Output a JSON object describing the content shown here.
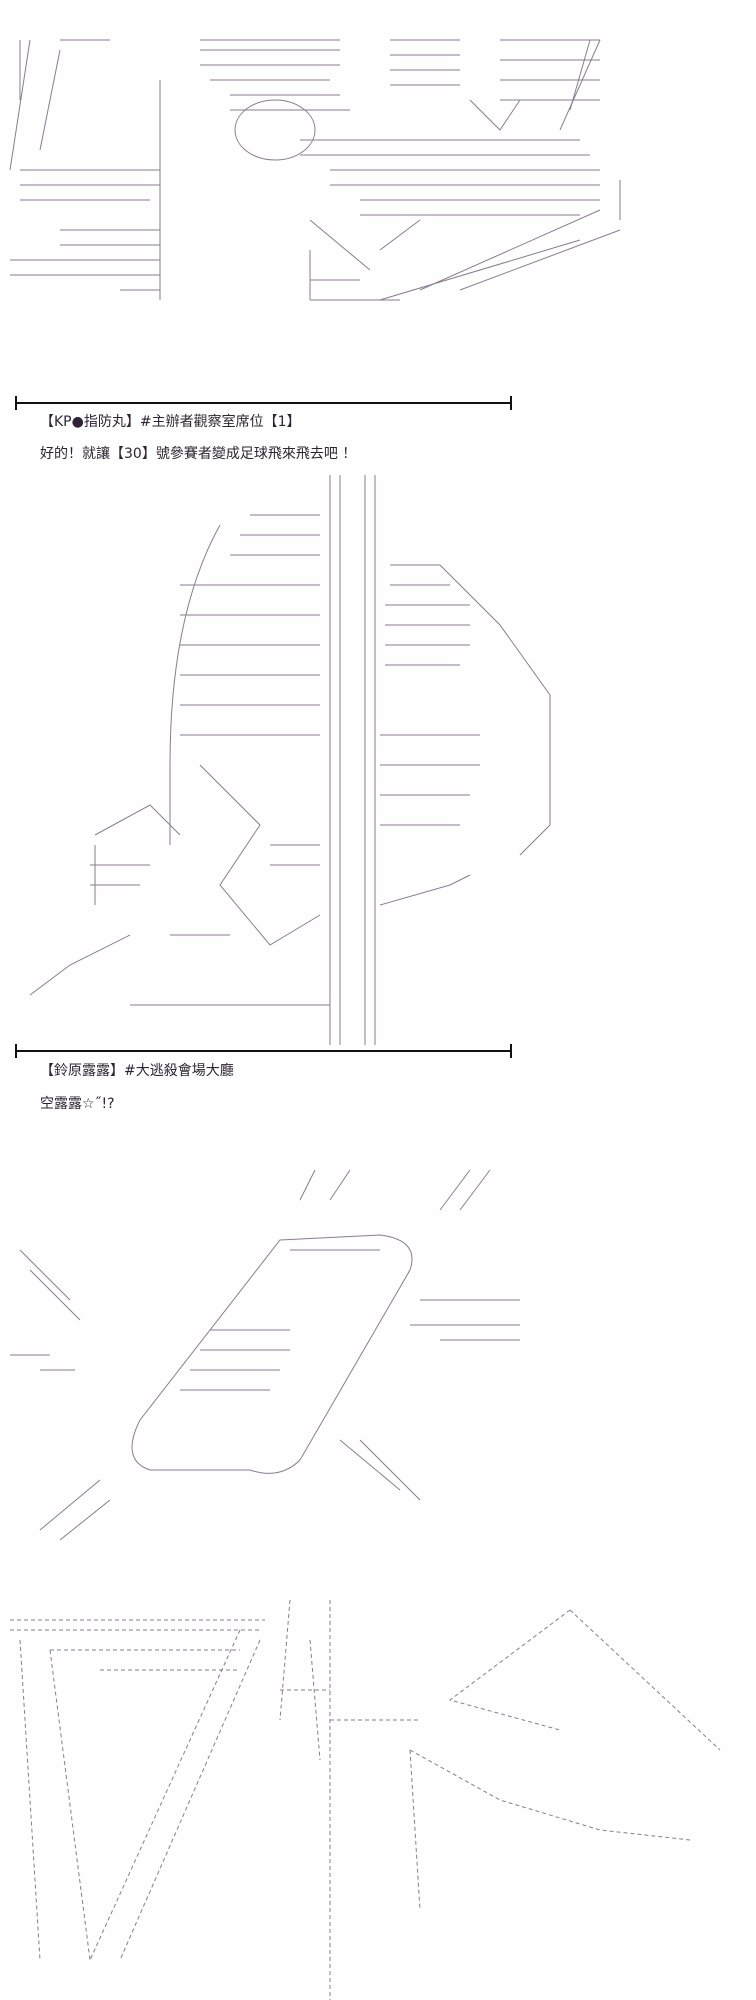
{
  "panel1": {
    "speaker": "【KP●指防丸】#主辦者觀察室席位【1】",
    "line": "好的！就讓【30】號參賽者變成足球飛來飛去吧 ！"
  },
  "panel2": {
    "speaker": "【鈴原露露】#大逃殺會場大廳",
    "line": "空露露☆˝!?"
  }
}
